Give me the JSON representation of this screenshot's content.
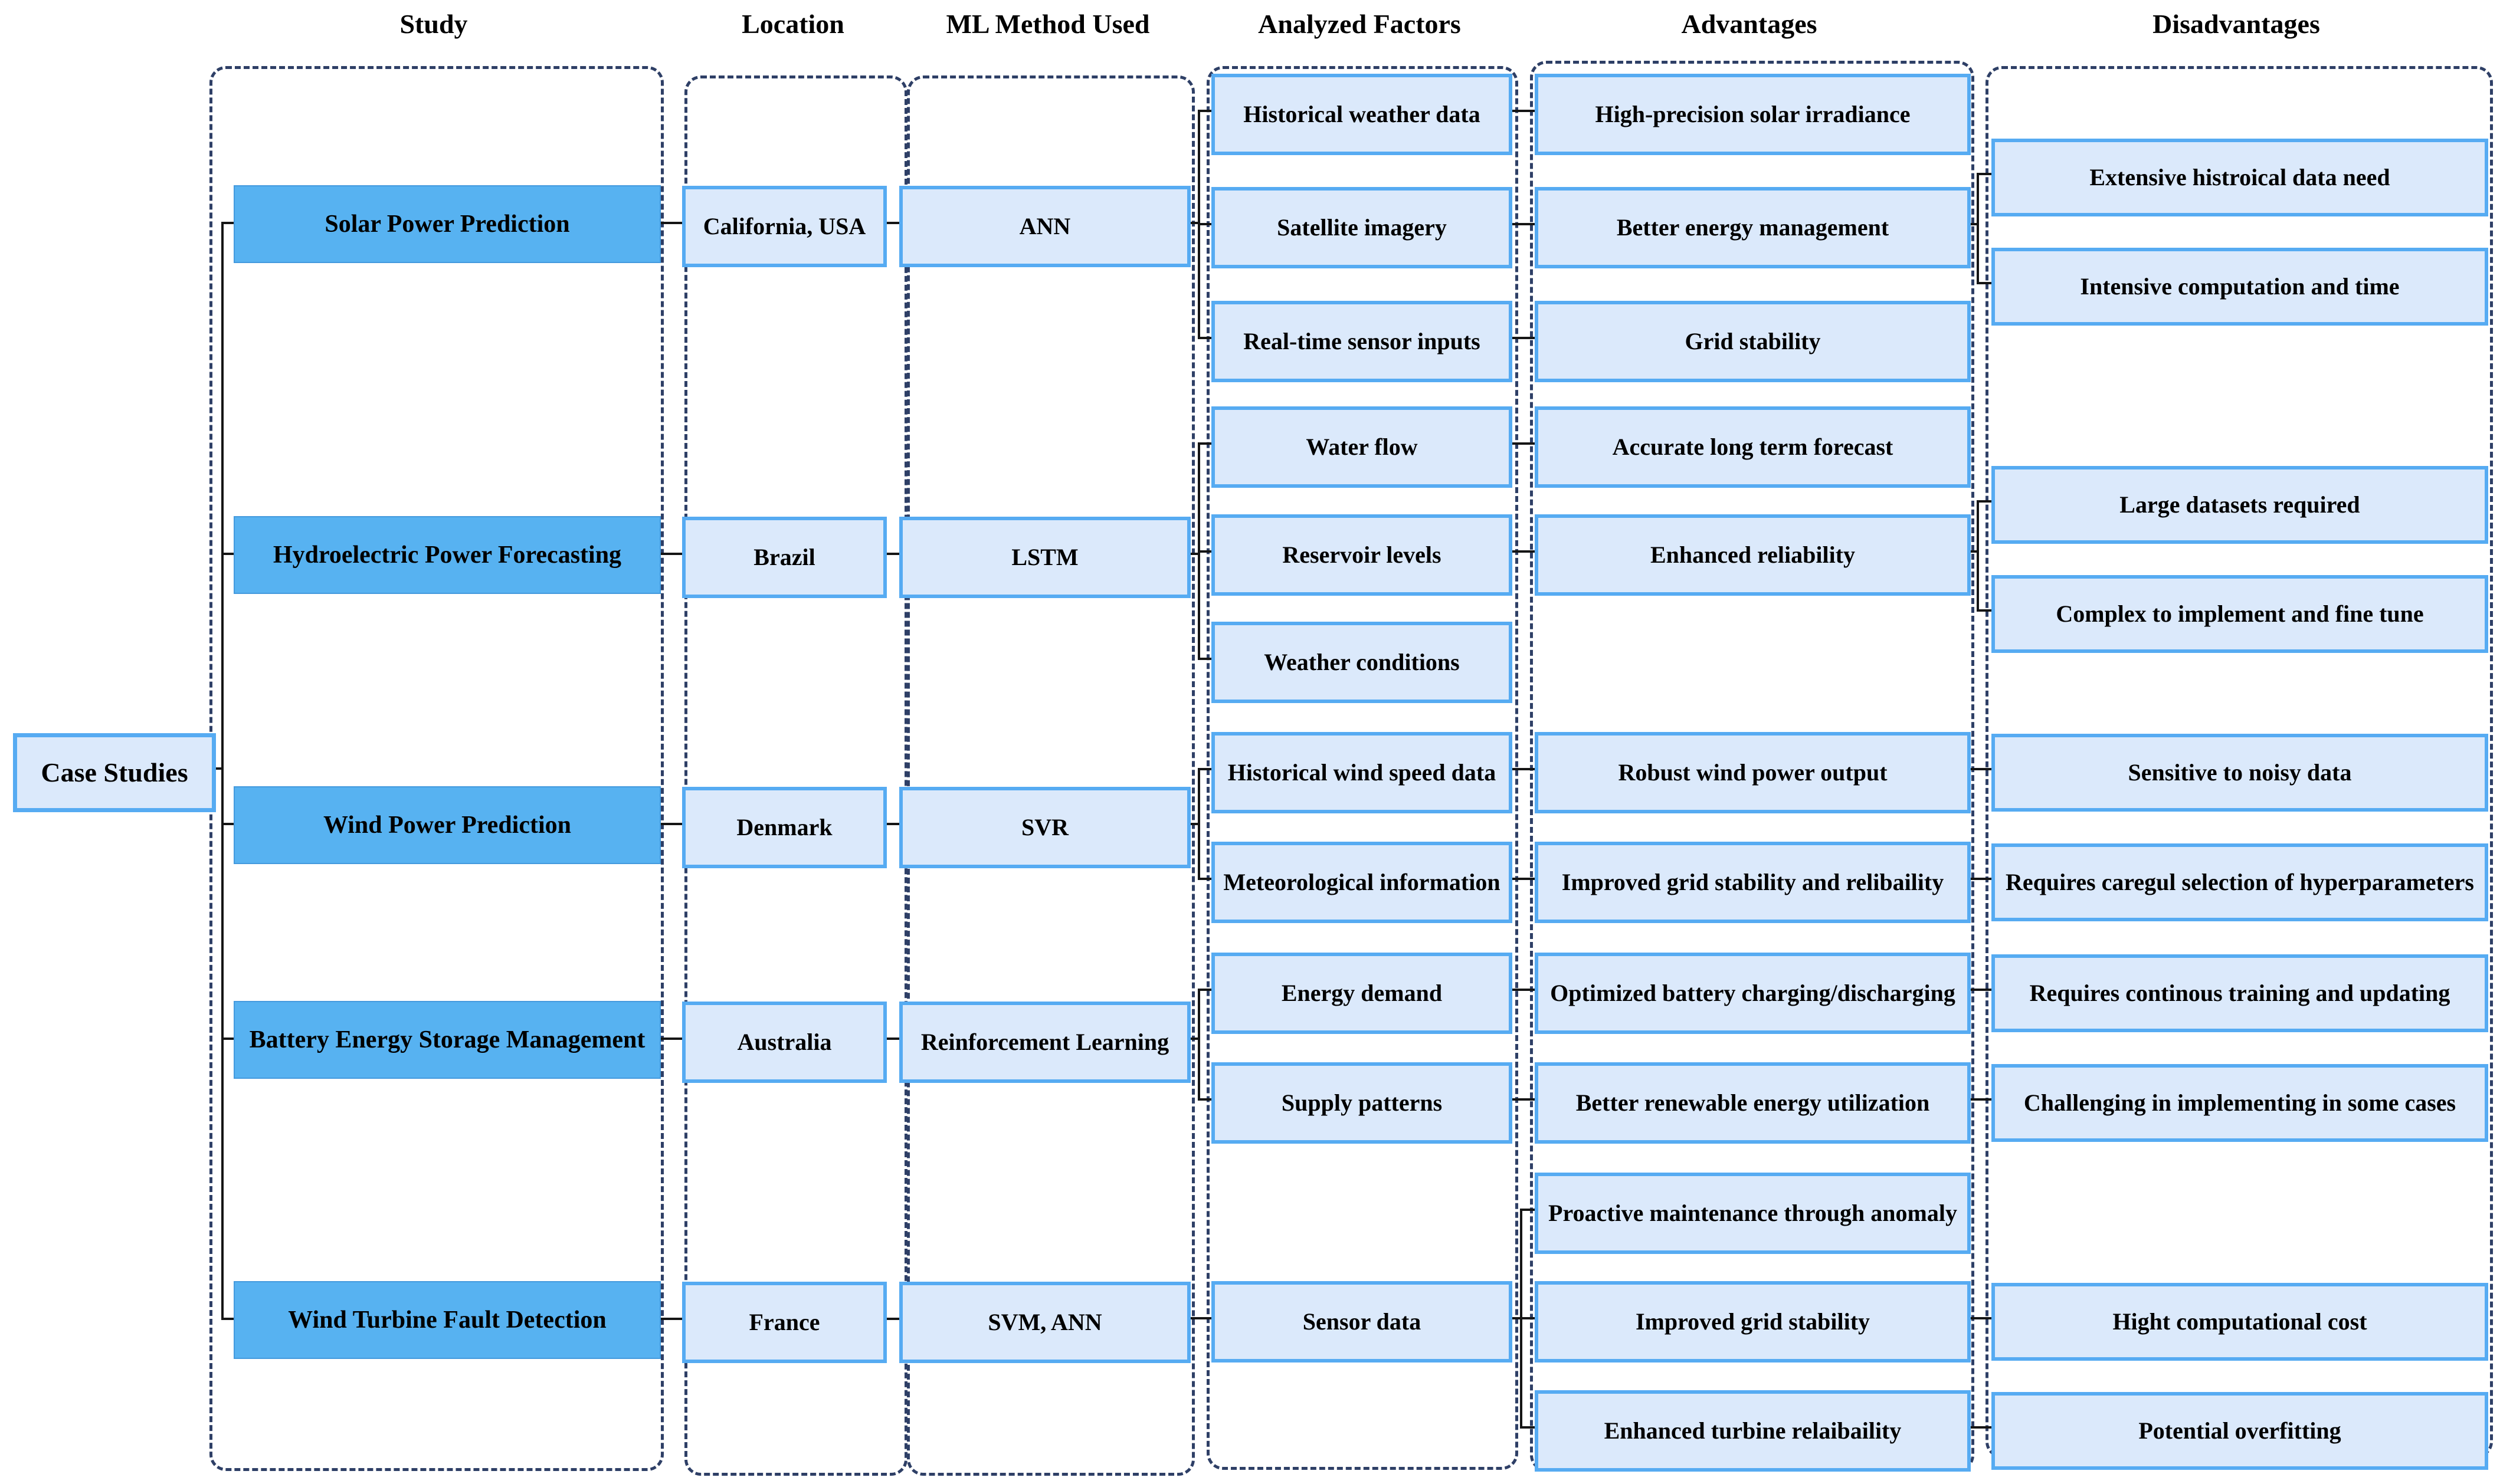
{
  "headers": {
    "study": "Study",
    "location": "Location",
    "ml": "ML Method Used",
    "factors": "Analyzed Factors",
    "advantages": "Advantages",
    "disadvantages": "Disadvantages"
  },
  "root": {
    "label": "Case Studies"
  },
  "studies": [
    {
      "name": "Solar Power Prediction",
      "location": "California, USA",
      "method": "ANN",
      "factors": [
        "Historical weather data",
        "Satellite imagery",
        "Real-time sensor inputs"
      ],
      "advantages": [
        "High-precision solar irradiance",
        "Better energy management",
        "Grid stability"
      ],
      "disadvantages": [
        "Extensive histroical data need",
        "Intensive computation and time"
      ]
    },
    {
      "name": "Hydroelectric Power Forecasting",
      "location": "Brazil",
      "method": "LSTM",
      "factors": [
        "Water flow",
        "Reservoir levels",
        "Weather conditions"
      ],
      "advantages": [
        "Accurate long term forecast",
        "Enhanced reliability"
      ],
      "disadvantages": [
        "Large datasets required",
        "Complex to implement and fine tune"
      ]
    },
    {
      "name": "Wind Power Prediction",
      "location": "Denmark",
      "method": "SVR",
      "factors": [
        "Historical wind speed data",
        "Meteorological information"
      ],
      "advantages": [
        "Robust wind power output",
        "Improved grid stability and relibaility"
      ],
      "disadvantages": [
        "Sensitive to noisy data",
        "Requires caregul selection of hyperparameters"
      ]
    },
    {
      "name": "Battery Energy Storage Management",
      "location": "Australia",
      "method": "Reinforcement Learning",
      "factors": [
        "Energy demand",
        "Supply patterns"
      ],
      "advantages": [
        "Optimized battery charging/discharging",
        "Better renewable energy utilization"
      ],
      "disadvantages": [
        "Requires continous training and updating",
        "Challenging in implementing in some cases"
      ]
    },
    {
      "name": "Wind Turbine Fault Detection",
      "location": "France",
      "method": "SVM, ANN",
      "factors": [
        "Sensor data"
      ],
      "advantages": [
        "Proactive maintenance through anomaly",
        "Improved grid stability",
        "Enhanced turbine relaibaility"
      ],
      "disadvantages": [
        "Hight computational cost",
        "Potential overfitting"
      ]
    }
  ],
  "colors": {
    "frame_border": "#2e3f66",
    "study_fill": "#57b2f1",
    "light_fill": "#dbe9fb",
    "light_border": "#56abf2",
    "connector": "#151515"
  }
}
